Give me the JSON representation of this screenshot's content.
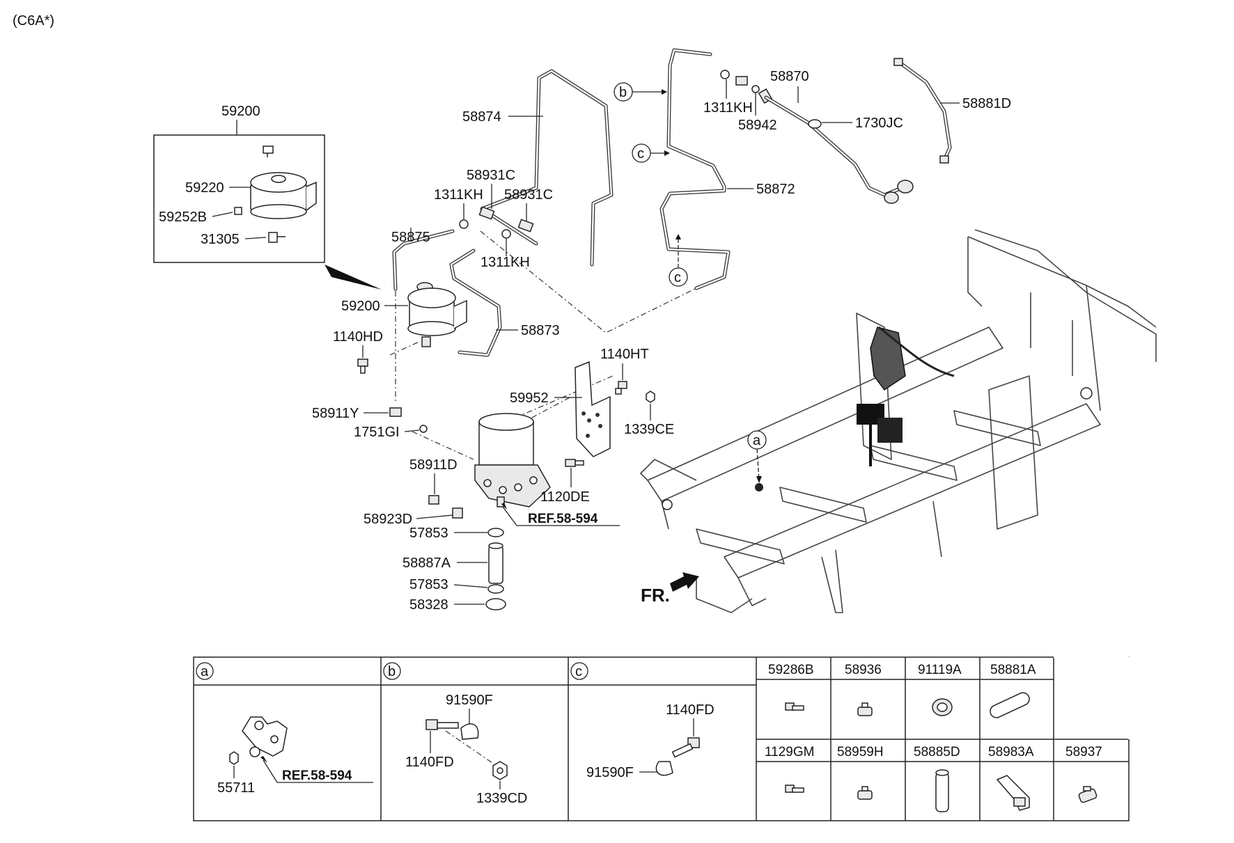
{
  "header": {
    "model_code": "(C6A*)"
  },
  "labels": {
    "p59200_box": "59200",
    "p59220": "59220",
    "p59252B": "59252B",
    "p31305": "31305",
    "p59200": "59200",
    "p1140HD": "1140HD",
    "p58875": "58875",
    "p1311KH_a": "1311KH",
    "p58931C_a": "58931C",
    "p58931C_b": "58931C",
    "p1311KH_b": "1311KH",
    "p58874": "58874",
    "p58873": "58873",
    "p58870": "58870",
    "p1311KH_c": "1311KH",
    "p58942": "58942",
    "p1730JC": "1730JC",
    "p58881D": "58881D",
    "p58872": "58872",
    "p1140HT": "1140HT",
    "p59952": "59952",
    "p1339CE": "1339CE",
    "p58911Y": "58911Y",
    "p1751GI": "1751GI",
    "p58911D": "58911D",
    "p1120DE": "1120DE",
    "p58923D": "58923D",
    "ref_main": "REF.58-594",
    "p57853_a": "57853",
    "p58887A": "58887A",
    "p57853_b": "57853",
    "p58328": "58328",
    "fr": "FR."
  },
  "callouts": {
    "a": "a",
    "b": "b",
    "c": "c"
  },
  "table": {
    "sections": {
      "a": {
        "letter": "a",
        "parts": [
          "55711"
        ],
        "ref": "REF.58-594"
      },
      "b": {
        "letter": "b",
        "parts": [
          "91590F",
          "1140FD",
          "1339CD"
        ]
      },
      "c": {
        "letter": "c",
        "parts": [
          "1140FD",
          "91590F"
        ]
      }
    },
    "row1": [
      "59286B",
      "58936",
      "91119A",
      "58881A"
    ],
    "row2": [
      "1129GM",
      "58959H",
      "58885D",
      "58983A",
      "58937"
    ]
  }
}
